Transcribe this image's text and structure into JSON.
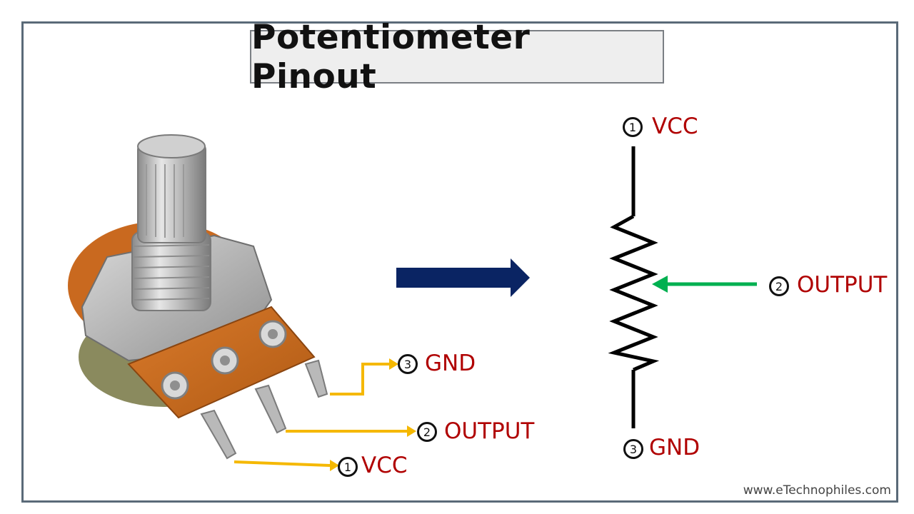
{
  "title": "Potentiometer Pinout",
  "watermark": "www.eTechnophiles.com",
  "photo_pins": [
    {
      "number": "3",
      "label": "GND"
    },
    {
      "number": "2",
      "label": "OUTPUT"
    },
    {
      "number": "1",
      "label": "VCC"
    }
  ],
  "schematic_pins": [
    {
      "number": "1",
      "label": "VCC"
    },
    {
      "number": "2",
      "label": "OUTPUT"
    },
    {
      "number": "3",
      "label": "GND"
    }
  ],
  "colors": {
    "label_red": "#b00000",
    "leader_yellow": "#f5b800",
    "wiper_green": "#00b050",
    "direction_arrow_navy": "#0a2463"
  }
}
